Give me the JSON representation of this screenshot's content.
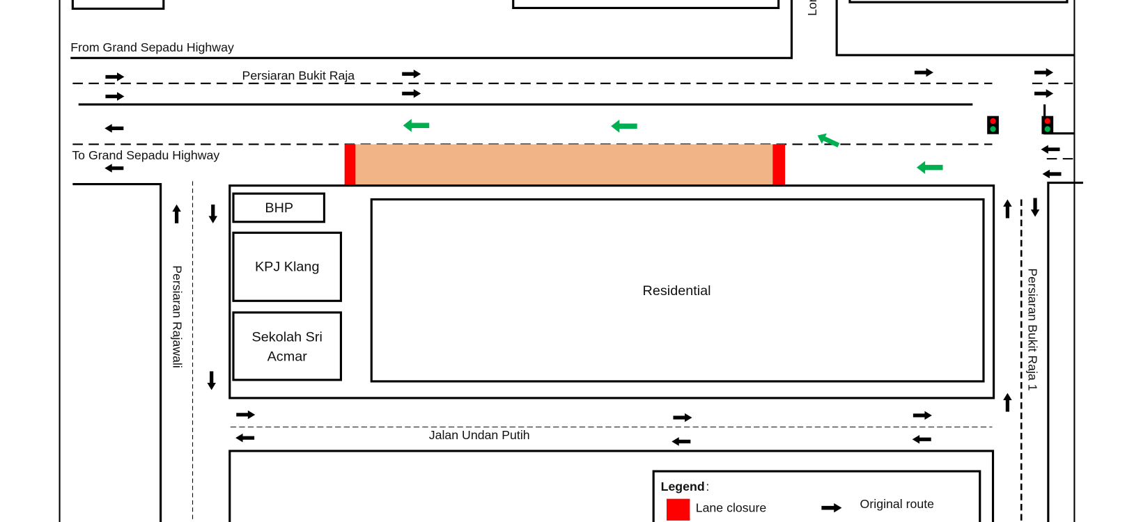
{
  "roads": {
    "from_highway": "From Grand Sepadu Highway",
    "to_highway": "To Grand Sepadu Highway",
    "bukit_raja": "Persiaran Bukit Raja",
    "rajawali": "Persiaran Rajawali",
    "undan_putih": "Jalan Undan Putih",
    "bukit_raja_1": "Persiaran Bukit Raja 1",
    "lorong": "Lor"
  },
  "buildings": {
    "bhp": "BHP",
    "kpj": "KPJ Klang",
    "sekolah_line1": "Sekolah Sri",
    "sekolah_line2": "Acmar",
    "residential": "Residential"
  },
  "legend": {
    "title": "Legend",
    "colon": ":",
    "lane_closure": "Lane closure",
    "original_route": "Original route"
  },
  "colors": {
    "closure": "#ff0000",
    "closure_zone": "#f0b487",
    "detour": "#00b050"
  }
}
